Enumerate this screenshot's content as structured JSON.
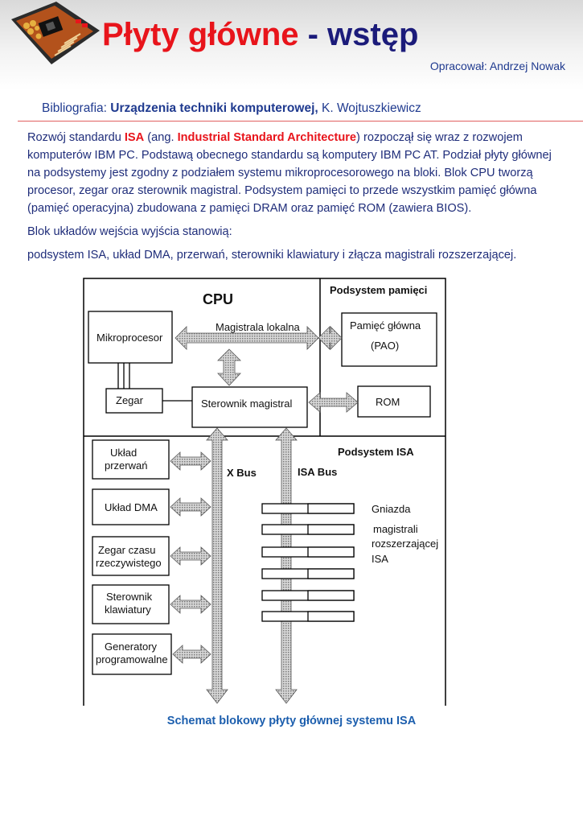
{
  "header": {
    "title_part1": "Płyty główne",
    "title_separator": " - ",
    "title_part2": "wstęp",
    "author": "Opracował: Andrzej Nowak",
    "logo_icon": "motherboard-photo-icon"
  },
  "bibliography": {
    "label": "Bibliografia: ",
    "book_title": "Urządzenia techniki komputerowej,",
    "author": " K. Wojtuszkiewicz"
  },
  "paragraphs": {
    "p1_a": "Rozwój standardu ",
    "p1_isa": "ISA",
    "p1_b": " (ang. ",
    "p1_expansion": "Industrial Standard Architecture",
    "p1_c": ") rozpoczął się wraz z rozwojem komputerów IBM PC. Podstawą obecnego standardu są komputery IBM PC AT. Podział płyty głównej na podsystemy jest zgodny z podziałem systemu mikroprocesorowego na bloki. Blok CPU tworzą procesor, zegar oraz sterownik magistral. Podsystem pamięci to przede wszystkim pamięć główna (pamięć operacyjna) zbudowana z pamięci DRAM oraz pamięć ROM (zawiera BIOS).",
    "p2": "Blok układów wejścia wyjścia stanowią:",
    "p3": "podsystem  ISA, układ DMA, przerwań, sterowniki klawiatury i złącza magistrali rozszerzającej."
  },
  "diagram": {
    "cpu_title": "CPU",
    "memory_title": "Podsystem pamięci",
    "isa_title": "Podsystem ISA",
    "microprocessor": "Mikroprocesor",
    "local_bus": "Magistrala lokalna",
    "main_memory": "Pamięć główna",
    "pao": "(PAO)",
    "clock": "Zegar",
    "bus_controller": "Sterownik magistral",
    "rom": "ROM",
    "x_bus": "X Bus",
    "isa_bus": "ISA Bus",
    "interrupts_1": "Układ",
    "interrupts_2": "przerwań",
    "dma": "Układ DMA",
    "rtc_1": "Zegar czasu",
    "rtc_2": "rzeczywistego",
    "keyboard_1": "Sterownik",
    "keyboard_2": "klawiatury",
    "timers_1": "Generatory",
    "timers_2": "programowalne",
    "slots_1": "Gniazda",
    "slots_2": "magistrali",
    "slots_3": "rozszerzającej",
    "slots_4": "ISA"
  },
  "caption": "Schemat blokowy płyty głównej systemu ISA",
  "colors": {
    "title_red": "#e8141b",
    "title_navy": "#1b1b7a",
    "body_text": "#1f2d7a",
    "caption_blue": "#1d5fae"
  }
}
